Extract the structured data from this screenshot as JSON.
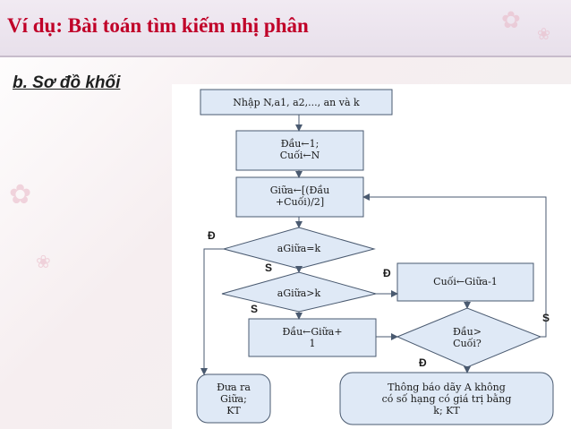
{
  "slide": {
    "title": "Ví dụ: Bài toán tìm kiếm nhị phân",
    "subtitle": "b. Sơ đồ khối"
  },
  "flowchart": {
    "nodes": {
      "input": "Nhập N,a1, a2,..., an và k",
      "init": "Đầu←1;\nCuối←N",
      "mid": "Giữa←[(Đầu\n+Cuối)/2]",
      "cond_equal": "aGiữa=k",
      "cond_greater": "aGiữa>k",
      "set_end": "Cuối←Giữa-1",
      "set_start": "Đầu←Giữa+\n1",
      "cond_range": "Đầu>\nCuối?",
      "output_found": "Đưa ra\nGiữa;\nKT",
      "output_notfound": "Thông báo dãy A không\ncó số hạng có giá trị bằng\nk; KT"
    },
    "edge_labels": {
      "equal_true": "Đ",
      "equal_false": "S",
      "greater_true": "Đ",
      "greater_false": "S",
      "range_false": "S",
      "range_true": "Đ"
    }
  },
  "colors": {
    "title": "#c00028",
    "flow_fill": "#dfe9f6",
    "flow_stroke": "#4a5a70"
  }
}
